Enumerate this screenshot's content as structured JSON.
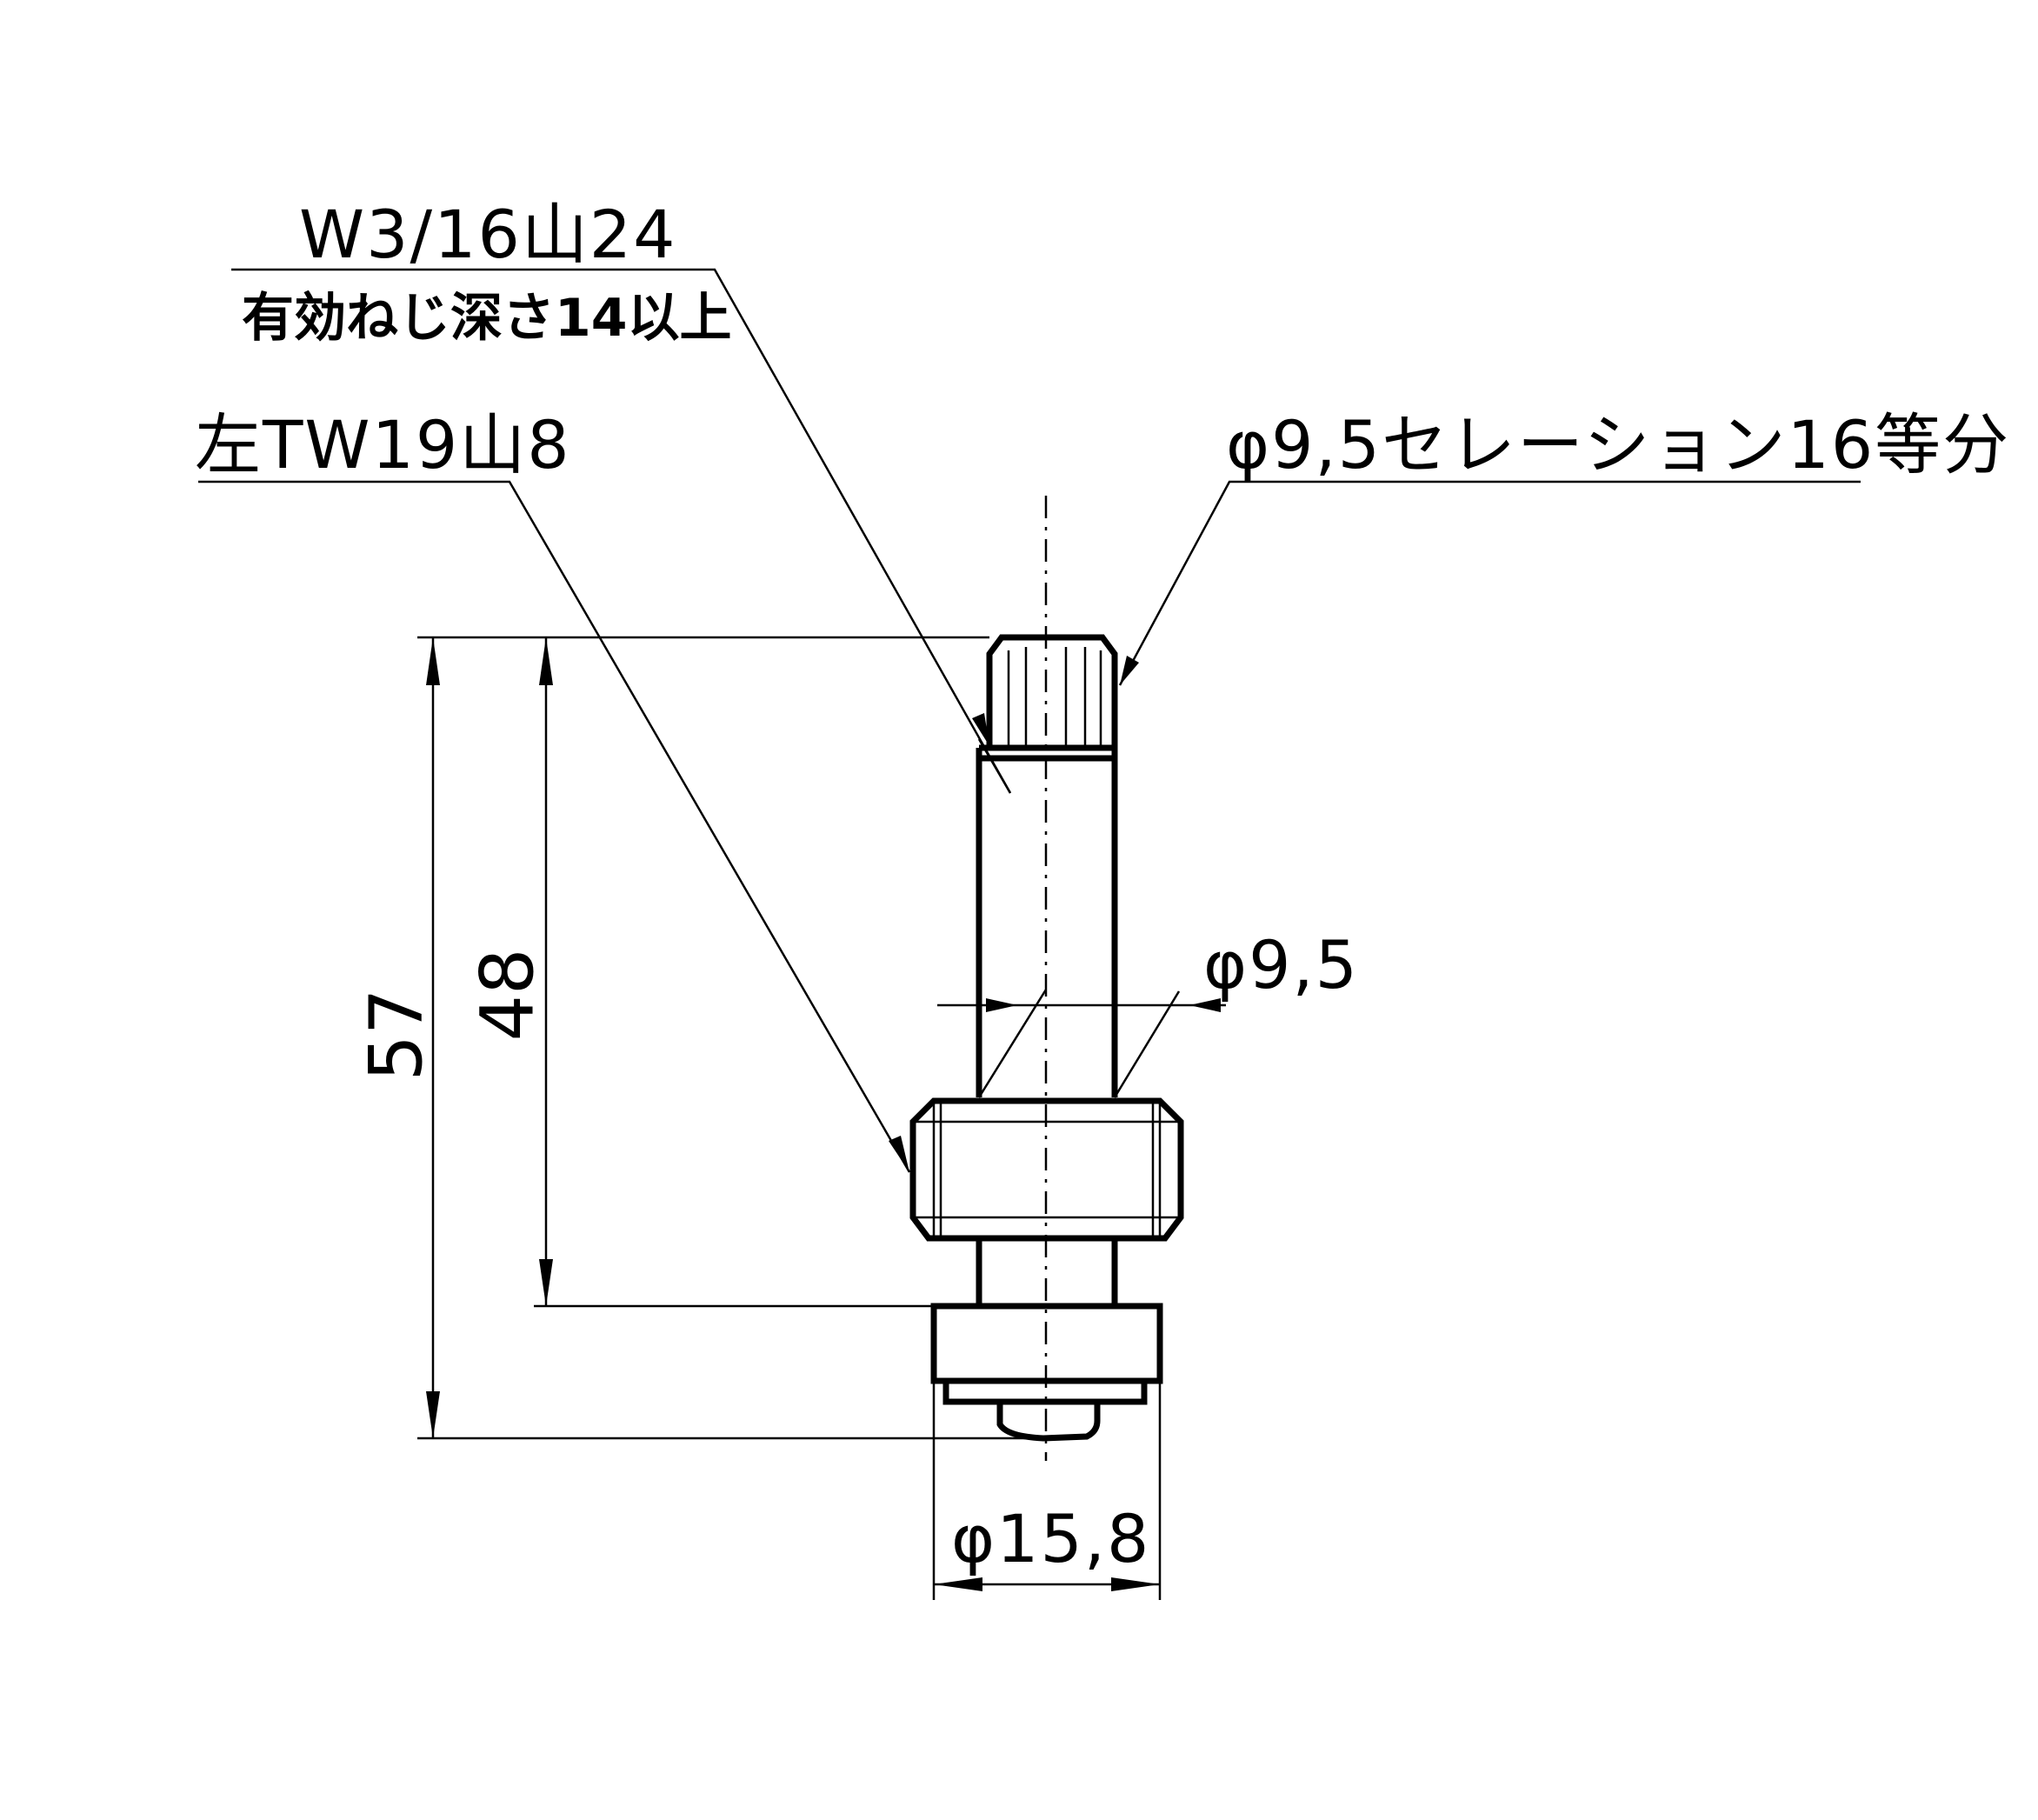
{
  "labels": {
    "thread_top": "W3/16山24",
    "thread_depth": "有効ねじ深さ14以上",
    "thread_left": "左TW19山8",
    "serration": "φ9,5セレーション16等分",
    "stem_diameter": "φ9,5",
    "base_diameter": "φ15,8",
    "dim_57": "57",
    "dim_48": "48"
  }
}
